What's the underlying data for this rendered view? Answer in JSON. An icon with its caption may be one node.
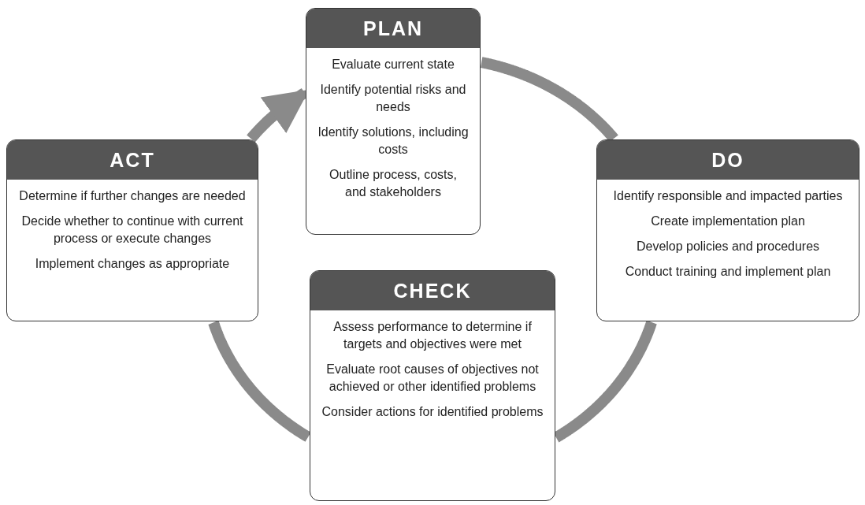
{
  "diagram": {
    "nodes": [
      {
        "text": [
          "PLAN",
          "Evaluate current state",
          "Identify potential risks and needs",
          "Identify solutions, including costs",
          "Outline process, costs, and stakeholders"
        ]
      },
      {
        "text": [
          "DO",
          "Identify responsible and impacted parties",
          "Create implementation plan",
          "Develop policies and procedures",
          "Conduct training and implement plan"
        ]
      },
      {
        "text": [
          "CHECK",
          "Assess performance to determine if targets and objectives were met",
          "Evaluate root causes of objectives not achieved or other identified problems",
          "Consider actions for identified problems"
        ]
      },
      {
        "text": [
          "ACT",
          "Determine if further changes are needed",
          "Decide whether to continue with current process or execute changes",
          "Implement changes as appropriate"
        ]
      }
    ],
    "edges": [
      {
        "from": 0,
        "to": 1,
        "arrow": "none"
      },
      {
        "from": 1,
        "to": 2,
        "arrow": "none"
      },
      {
        "from": 2,
        "to": 3,
        "arrow": "none"
      },
      {
        "from": 3,
        "to": 0,
        "arrow": "to"
      }
    ]
  }
}
